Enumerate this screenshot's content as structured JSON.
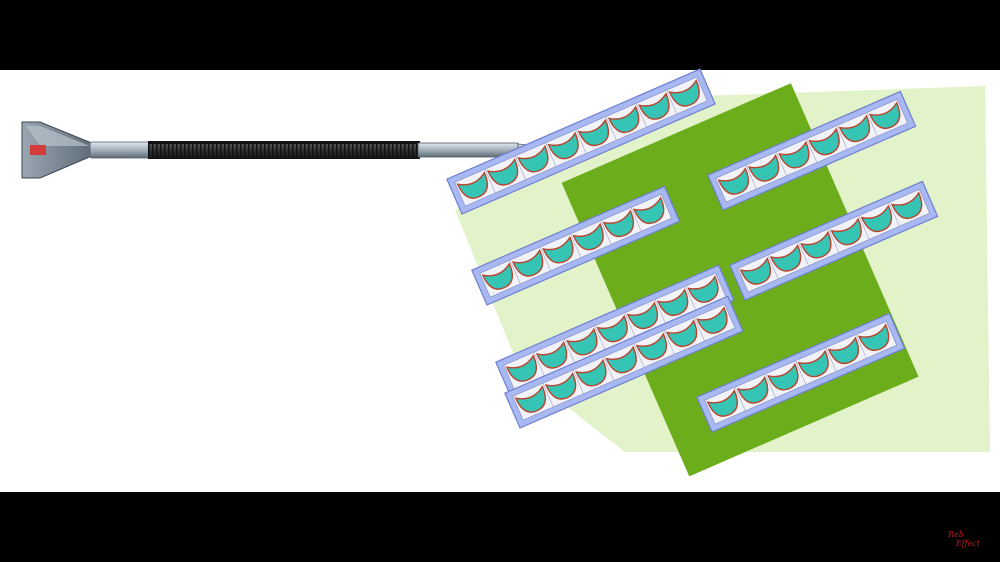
{
  "watermark": {
    "line1": "Reb",
    "line2": "Effect"
  },
  "illustration": {
    "subject": "projectile-with-fins",
    "panel_rows": [
      {
        "row": 1,
        "segments": [
          {
            "cells": 8
          }
        ]
      },
      {
        "row": 2,
        "segments": [
          {
            "cells": 6
          },
          {
            "cells": 6
          }
        ]
      },
      {
        "row": 3,
        "segments": [
          {
            "cells": 7
          },
          {
            "cells": 6
          }
        ]
      },
      {
        "row": 4,
        "segments": [
          {
            "cells": 7
          },
          {
            "cells": 6
          }
        ]
      }
    ]
  },
  "colors": {
    "letterbox": "#000000",
    "background": "#ffffff",
    "light_green": "#e2f2c9",
    "dark_green": "#6cad1b",
    "frame_blue": "#a8b8f2",
    "frame_blue_edge": "#6e7fd0",
    "inner_panel": "#f2f3f8",
    "cup_teal": "#36c4b4",
    "cup_rim": "#b8452f",
    "rod_dark": "#262626",
    "rod_steel": "#a9b7c3",
    "fin": "#7c8a96",
    "nose_red": "#d43b3b"
  }
}
